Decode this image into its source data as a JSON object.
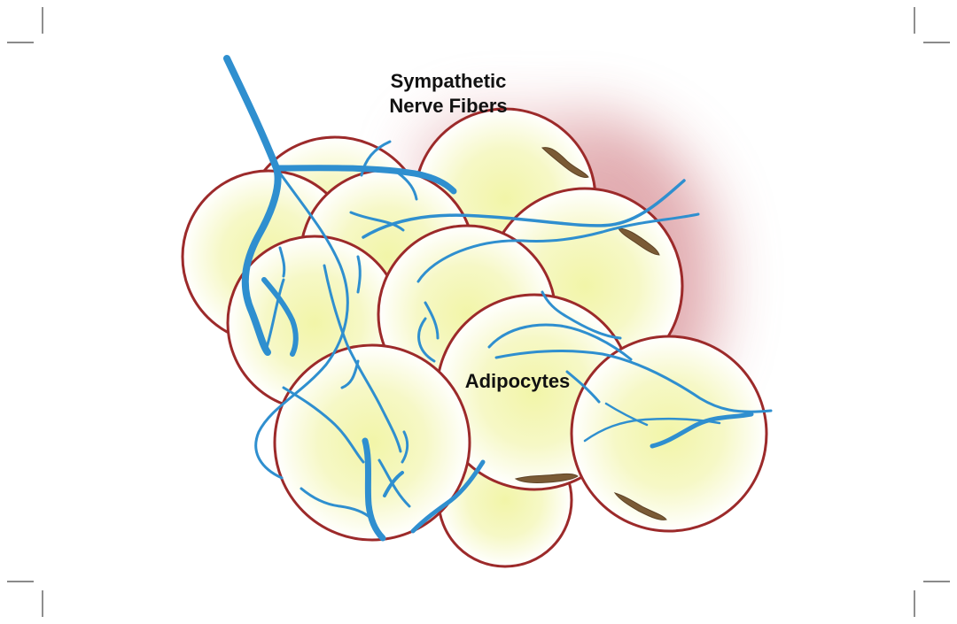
{
  "labels": {
    "nerve_line1": "Sympathetic",
    "nerve_line2": "Nerve Fibers",
    "adipocytes": "Adipocytes"
  },
  "colors": {
    "background": "#ffffff",
    "cell_outline": "#9c2a2a",
    "cell_fill_center": "#f2f5a8",
    "cell_fill_edge": "#ffffff",
    "nerve": "#2f8fcf",
    "nucleus": "#7a5a35",
    "tissue_halo": "#c9686f",
    "crop_marks": "#444444"
  }
}
